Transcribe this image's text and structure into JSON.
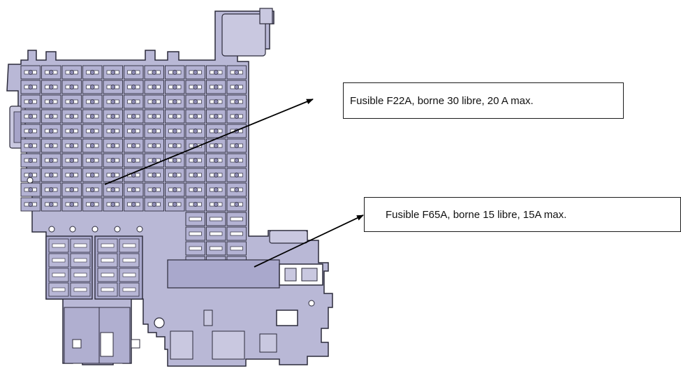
{
  "callouts": [
    {
      "text": "Fusible F22A, borne 30 libre, 20 A max."
    },
    {
      "text": "Fusible F65A, borne 15 libre, 15A max."
    }
  ],
  "colors": {
    "housing": "#b9b8d6",
    "housing_shadow": "#8e8cb4",
    "outline": "#2b2a3a",
    "arrow": "#000000"
  },
  "fuse_grid": {
    "rows": 11,
    "columns": 11
  }
}
